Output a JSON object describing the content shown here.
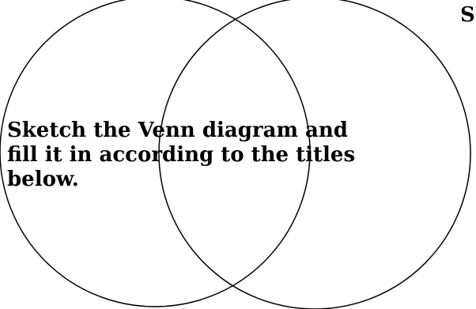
{
  "instruction": {
    "line1": "Sketch the Venn diagram and",
    "line2": "fill it in according to the titles",
    "line3": "below."
  },
  "corner_text": "S",
  "colors": {
    "stroke": "#000000",
    "text": "#000000",
    "background": "#ffffff"
  }
}
